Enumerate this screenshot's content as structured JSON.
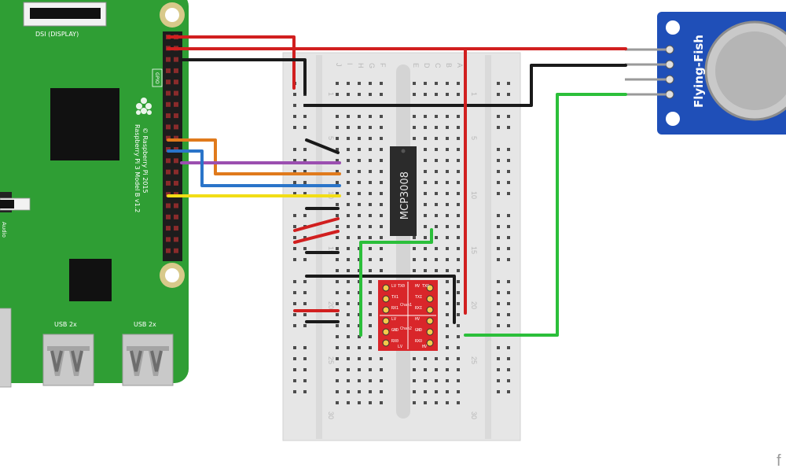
{
  "raspberry_pi": {
    "dsi_label": "DSI (DISPLAY)",
    "gpio_label": "GPIO",
    "model_line1": "Raspberry Pi 3 Model B v1.2",
    "model_line2": "© Raspberry Pi 2015",
    "usb_label_1": "USB 2x",
    "usb_label_2": "USB 2x",
    "audio_label": "Audio",
    "board_color": "#2f9e34"
  },
  "breadboard": {
    "column_letters_left": [
      "J",
      "I",
      "H",
      "G",
      "F"
    ],
    "column_letters_right": [
      "E",
      "D",
      "C",
      "B",
      "A"
    ],
    "row_numbers": [
      "1",
      "5",
      "10",
      "15",
      "20",
      "25",
      "30"
    ]
  },
  "adc_chip": {
    "label": "MCP3008"
  },
  "level_shifter": {
    "chan1": "Chan1",
    "chan2": "Chan2",
    "pin_labels": [
      "LV",
      "TX1",
      "RX1",
      "LV",
      "GND",
      "RX0",
      "TX0",
      "LV"
    ],
    "pin_labels_right": [
      "HV",
      "TXI",
      "RXI",
      "HV",
      "GND",
      "RXO",
      "TXO",
      "HV"
    ]
  },
  "sensor": {
    "label": "Flying-Fish"
  },
  "footer": {
    "brand_partial": "f"
  },
  "wire_colors": {
    "power": "#d11f1f",
    "ground": "#1a1a1a",
    "signal_green": "#2bbf3a",
    "orange": "#e07a1c",
    "purple": "#9b4fb0",
    "blue": "#2a74c9",
    "yellow": "#f2dd16"
  }
}
